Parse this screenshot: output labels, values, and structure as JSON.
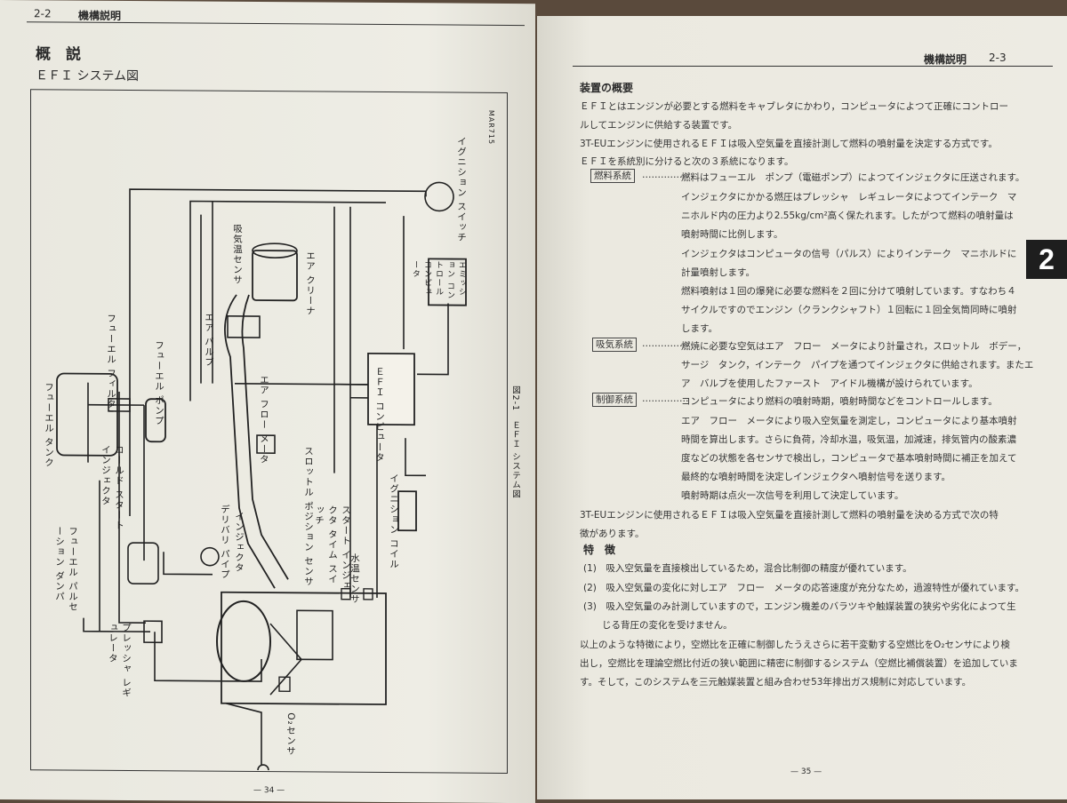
{
  "left_page": {
    "header_section": "2-2",
    "header_title": "機構説明",
    "section_title": "概　説",
    "subtitle": "ＥＦＩ システム図",
    "code": "MAR715",
    "figure_caption": "図2-1　ＥＦＩ システム図",
    "page_number": "— 34 —",
    "labels": {
      "ignition_switch": "イグニション スイッチ",
      "emission_control_computer": "エミッション コントロール コンピュータ",
      "intake_temp_sensor": "吸気温センサ",
      "air_cleaner": "エア クリーナ",
      "air_valve": "エア バルブ",
      "air_flow_meter": "エア フロー メータ",
      "efi_computer": "ＥＦＩ コンピュータ",
      "fuel_filter": "フューエル フィルタ",
      "fuel_pump": "フューエル ポンプ",
      "fuel_tank": "フューエル タンク",
      "throttle_sensor": "スロットル ポジション センサ",
      "cold_start_injector": "コールド スタート インジェクタ",
      "delivery_pipe": "デリバリ パイプ",
      "injector": "インジェクタ",
      "pulsation_damper": "フューエル パルセーション ダンパ",
      "start_injector_switch": "スタート インジェクタ タイム スイッチ",
      "water_temp_sensor": "水温センサ",
      "ignition_coil": "イグニション コイル",
      "pressure_regulator": "プレッシャ レギュレータ",
      "o2_sensor": "O₂センサ"
    }
  },
  "right_page": {
    "header_title": "機構説明",
    "header_section": "2-3",
    "tab": "2",
    "heading1": "装置の概要",
    "intro": [
      "ＥＦＩとはエンジンが必要とする燃料をキャブレタにかわり，コンピュータによつて正確にコントロー",
      "ルしてエンジンに供給する装置です。",
      "3T-EUエンジンに使用されるＥＦＩは吸入空気量を直接計測して燃料の噴射量を決定する方式です。",
      "ＥＦＩを系統別に分けると次の３系統になります。"
    ],
    "system1_label": "燃料系統",
    "system1_lines": [
      "燃料はフューエル　ポンプ（電磁ポンプ）によつてインジェクタに圧送されます。",
      "インジェクタにかかる燃圧はプレッシャ　レギュレータによつてインテーク　マ",
      "ニホルド内の圧力より2.55kg/cm²高く保たれます。したがつて燃料の噴射量は",
      "噴射時間に比例します。",
      "インジェクタはコンピュータの信号（パルス）によりインテーク　マニホルドに",
      "計量噴射します。",
      "燃料噴射は１回の爆発に必要な燃料を２回に分けて噴射しています。すなわち４",
      "サイクルですのでエンジン（クランクシャフト）１回転に１回全気筒同時に噴射",
      "します。"
    ],
    "system2_label": "吸気系統",
    "system2_lines": [
      "燃焼に必要な空気はエア　フロー　メータにより計量され，スロットル　ボデー，",
      "サージ　タンク，インテーク　パイプを通つてインジェクタに供給されます。またエ",
      "ア　バルブを使用したファースト　アイドル機構が設けられています。"
    ],
    "system3_label": "制御系統",
    "system3_lines": [
      "コンピュータにより燃料の噴射時期，噴射時間などをコントロールします。",
      "エア　フロー　メータにより吸入空気量を測定し，コンピュータにより基本噴射",
      "時間を算出します。さらに負荷，冷却水温，吸気温，加減速，排気管内の酸素濃",
      "度などの状態を各センサで検出し，コンピュータで基本噴射時間に補正を加えて",
      "最終的な噴射時間を決定しインジェクタへ噴射信号を送ります。",
      "噴射時期は点火一次信号を利用して決定しています。"
    ],
    "after_lines": [
      "3T-EUエンジンに使用されるＥＦＩは吸入空気量を直接計測して燃料の噴射量を決める方式で次の特",
      "徴があります。"
    ],
    "heading2": "特　徴",
    "features": [
      "(1)　吸入空気量を直接検出しているため，混合比制御の精度が優れています。",
      "(2)　吸入空気量の変化に対しエア　フロー　メータの応答速度が充分なため，過渡特性が優れています。",
      "(3)　吸入空気量のみ計測していますので，エンジン機差のバラツキや触媒装置の狭劣や劣化によつて生",
      "　　じる背圧の変化を受けません。"
    ],
    "closing": [
      "以上のような特徴により，空燃比を正確に制御したうえさらに若干変動する空燃比をO₂センサにより検",
      "出し，空燃比を理論空燃比付近の狭い範囲に精密に制御するシステム（空燃比補償装置）を追加していま",
      "す。そして，このシステムを三元触媒装置と組み合わせ53年排出ガス規制に対応しています。"
    ],
    "page_number": "— 35 —"
  }
}
